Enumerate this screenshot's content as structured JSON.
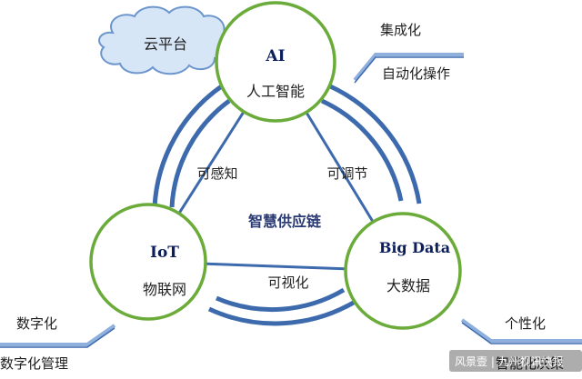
{
  "nodes": {
    "ai": {
      "title": "AI",
      "subtitle": "人工智能"
    },
    "iot": {
      "title": "IoT",
      "subtitle": "物联网"
    },
    "bigdata": {
      "title": "Big Data",
      "subtitle": "大数据"
    }
  },
  "center": "智慧供应链",
  "edges": {
    "left": "可感知",
    "right": "可调节",
    "bottom": "可视化"
  },
  "cloud": "云平台",
  "branches": {
    "top_right": {
      "upper": "集成化",
      "lower": "自动化操作"
    },
    "bottom_left": {
      "upper": "数字化",
      "lower": "数字化管理"
    },
    "bottom_right": {
      "upper": "个性化",
      "lower": "智能化决策"
    }
  },
  "watermark": "风景壹 | 九州视讯快报",
  "colors": {
    "node_ring": "#6aab3a",
    "link_blue": "#3d6aad",
    "accent_blue": "#5a86c8",
    "cloud_fill": "#d6e6f7",
    "cloud_stroke": "#6b95cc"
  }
}
